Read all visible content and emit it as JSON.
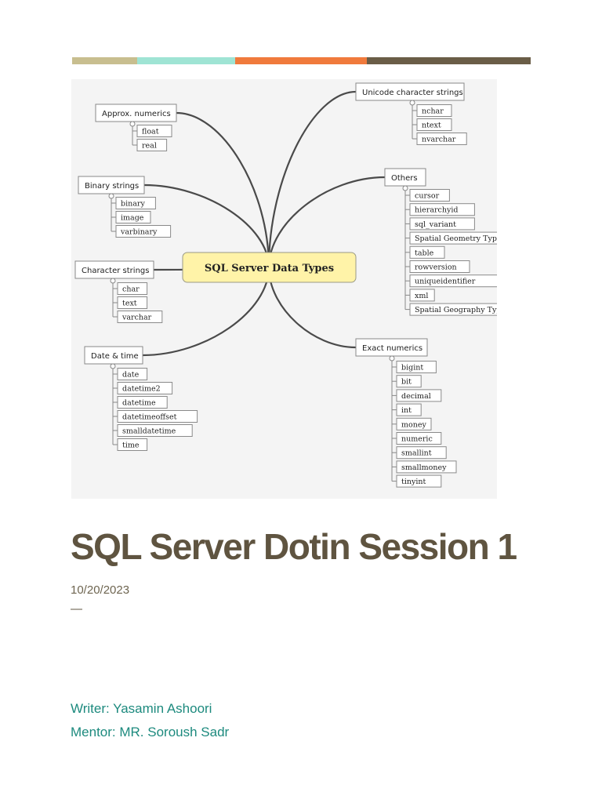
{
  "accent_colors": [
    "#c8be8f",
    "#9fe4d4",
    "#f07a3c",
    "#6a5d47"
  ],
  "diagram": {
    "root": "SQL Server Data Types",
    "groups": [
      {
        "key": "approx",
        "label": "Approx. numerics",
        "items": [
          "float",
          "real"
        ]
      },
      {
        "key": "binary",
        "label": "Binary strings",
        "items": [
          "binary",
          "image",
          "varbinary"
        ]
      },
      {
        "key": "character",
        "label": "Character strings",
        "items": [
          "char",
          "text",
          "varchar"
        ]
      },
      {
        "key": "datetime",
        "label": "Date & time",
        "items": [
          "date",
          "datetime2",
          "datetime",
          "datetimeoffset",
          "smalldatetime",
          "time"
        ]
      },
      {
        "key": "unicode",
        "label": "Unicode character strings",
        "items": [
          "nchar",
          "ntext",
          "nvarchar"
        ]
      },
      {
        "key": "others",
        "label": "Others",
        "items": [
          "cursor",
          "hierarchyid",
          "sql_variant",
          "Spatial Geometry Types",
          "table",
          "rowversion",
          "uniqueidentifier",
          "xml",
          "Spatial Geography Types"
        ]
      },
      {
        "key": "exact",
        "label": "Exact numerics",
        "items": [
          "bigint",
          "bit",
          "decimal",
          "int",
          "money",
          "numeric",
          "smallint",
          "smallmoney",
          "tinyint"
        ]
      }
    ]
  },
  "document": {
    "title": "SQL Server Dotin Session 1",
    "date": "10/20/2023",
    "separator": "—",
    "writer": "Writer: Yasamin Ashoori",
    "mentor": "Mentor: MR. Soroush Sadr"
  }
}
